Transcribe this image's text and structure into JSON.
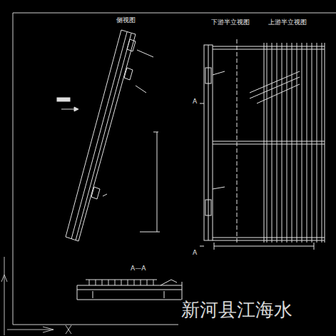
{
  "diagram": {
    "labels": [
      "侧视图",
      "下游半立视图",
      "上游半立视图",
      "A",
      "A",
      "A—A",
      "新河县江海水"
    ]
  }
}
